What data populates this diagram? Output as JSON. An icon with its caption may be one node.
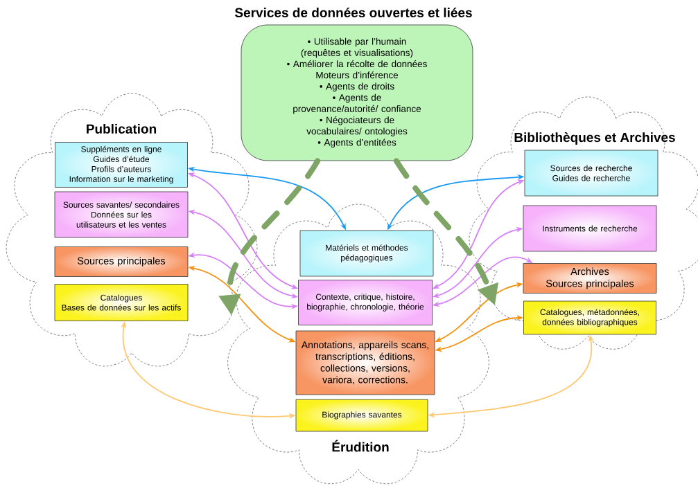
{
  "diagram": {
    "nodes": [
      {
        "text": [
          "Publication"
        ]
      },
      {
        "text": [
          "Suppléments en ligne",
          "Guides d’étude",
          "Profils d’auteurs",
          "Information sur le marketing"
        ],
        "in": 0
      },
      {
        "text": [
          "Sources savantes/ secondaires",
          "Données sur les utilisateurs et les ventes"
        ],
        "in": 0
      },
      {
        "text": [
          "Sources principales"
        ],
        "in": 0
      },
      {
        "text": [
          "Catalogues",
          "Bases de données sur les actifs"
        ],
        "in": 0
      },
      {
        "text": [
          "Services de données ouvertes et liées",
          "• Utilisable par l’humain (requêtes et visualisations)",
          "• Améliorer la récolte de données",
          "Moteurs d’inférence",
          "• Agents de droits",
          "• Agents de provenance/autorité/ confiance",
          "• Négociateurs de vocabulaires/ ontologies",
          "• Agents d’entitées"
        ]
      },
      {
        "text": [
          "Érudition"
        ]
      },
      {
        "text": [
          "Matériels et méthodes pédagogiques"
        ],
        "in": 6
      },
      {
        "text": [
          "Contexte, critique, histoire, biographie, chronologie, théorie"
        ],
        "in": 6
      },
      {
        "text": [
          "Annotations, appareils scans, transcriptions, éditions, collections, versions, variora, corrections."
        ],
        "in": 6
      },
      {
        "text": [
          "Biographies savantes"
        ],
        "in": 6
      },
      {
        "text": [
          "Bibliothèques et Archives"
        ]
      },
      {
        "text": [
          "Sources de recherche",
          "Guides de recherche"
        ],
        "in": 11
      },
      {
        "text": [
          "Instruments de recherche"
        ],
        "in": 11
      },
      {
        "text": [
          "Archives",
          "Sources principales"
        ],
        "in": 11
      },
      {
        "text": [
          "Catalogues, métadonnées, données bibliographiques"
        ],
        "in": 11
      }
    ],
    "edges": [
      {
        "from": 7,
        "to": 1,
        "arrow": "both",
        "color": "#1a9af5"
      },
      {
        "from": 7,
        "to": 12,
        "arrow": "both",
        "color": "#1a9af5"
      },
      {
        "from": 8,
        "to": 1,
        "arrow": "both"
      },
      {
        "from": 8,
        "to": 2,
        "arrow": "both"
      },
      {
        "from": 8,
        "to": 3,
        "arrow": "both"
      },
      {
        "from": 8,
        "to": 12,
        "arrow": "both"
      },
      {
        "from": 8,
        "to": 13,
        "arrow": "both"
      },
      {
        "from": 8,
        "to": 14,
        "arrow": "both"
      },
      {
        "from": 3,
        "to": 9,
        "arrow": "both",
        "color": "#f5900a"
      },
      {
        "from": 9,
        "to": 14,
        "arrow": "both",
        "color": "#f5900a"
      },
      {
        "from": 9,
        "to": 15,
        "arrow": "both",
        "color": "#f5900a"
      },
      {
        "from": 4,
        "to": 10,
        "arrow": "both",
        "color": "#fdc870"
      },
      {
        "from": 10,
        "to": 15,
        "arrow": "both",
        "color": "#fdc870"
      },
      {
        "from": 5,
        "to": 0,
        "arrow": "to",
        "style": "dashed",
        "color": "#7ea566"
      },
      {
        "from": 5,
        "to": 11,
        "arrow": "to",
        "style": "dashed",
        "color": "#7ea566"
      }
    ]
  }
}
